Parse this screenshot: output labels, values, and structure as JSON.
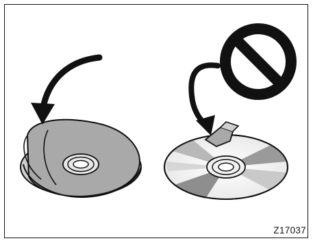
{
  "figure": {
    "code": "Z17037",
    "colors": {
      "ink": "#111111",
      "disc_light": "#f2f2f2",
      "disc_mid": "#b5b5b5",
      "disc_dark": "#8a8a8a",
      "label_sheet": "#a9a9a9"
    },
    "left_panel": {
      "depiction": "disc-fully-covered-by-sticker",
      "arrow": "curved-arrow-down-icon"
    },
    "right_panel": {
      "depiction": "disc-with-small-tape-piece",
      "arrow": "curved-arrow-down-icon",
      "prohibition": "no-symbol-icon"
    }
  }
}
